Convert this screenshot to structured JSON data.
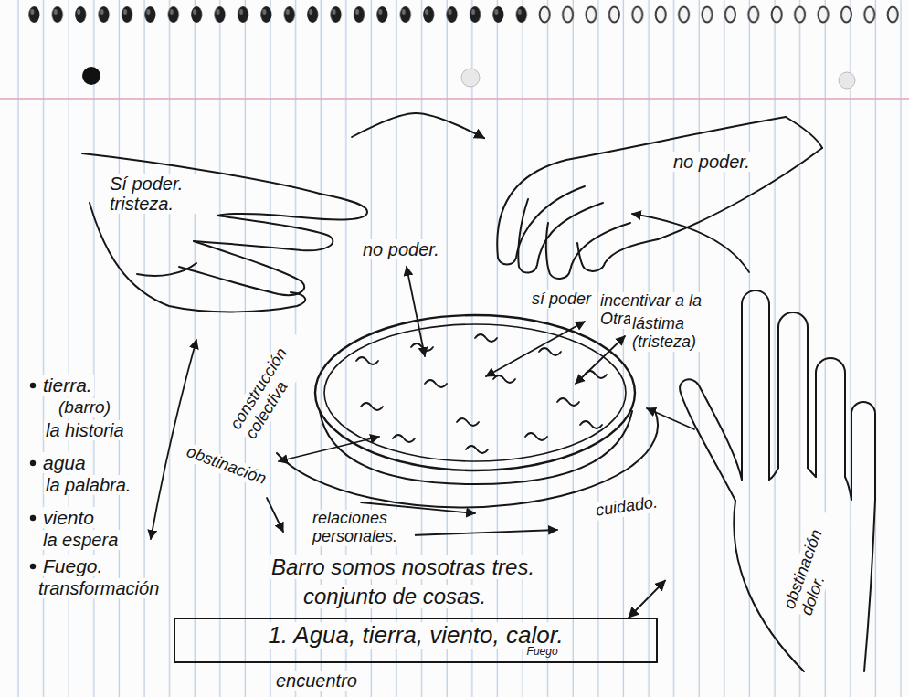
{
  "diagram": {
    "nodes": [
      {
        "text": [
          "Sí poder. tristeza."
        ]
      },
      {
        "text": [
          "no poder."
        ]
      },
      {
        "text": [
          "obstinación dolor."
        ]
      },
      {
        "text": [
          "1. Agua, tierra, viento, calor.",
          "Fuego"
        ]
      }
    ],
    "edges": [
      {
        "from": 0,
        "to": 1,
        "arrow": "to"
      },
      {
        "from": 3,
        "to": 2,
        "arrow": "both"
      }
    ],
    "labels": [
      "no poder.",
      "sí poder",
      "incentivar a la Otra",
      "lástima (tristeza)",
      "construcción colectiva",
      "obstinación",
      "relaciones personales.",
      "cuidado.",
      "tierra.",
      "(barro)",
      "la historia",
      "agua",
      "la palabra.",
      "viento",
      "la espera",
      "Fuego.",
      "transformación",
      "Barro somos nosotras tres.",
      "conjunto de cosas.",
      "encuentro"
    ]
  }
}
